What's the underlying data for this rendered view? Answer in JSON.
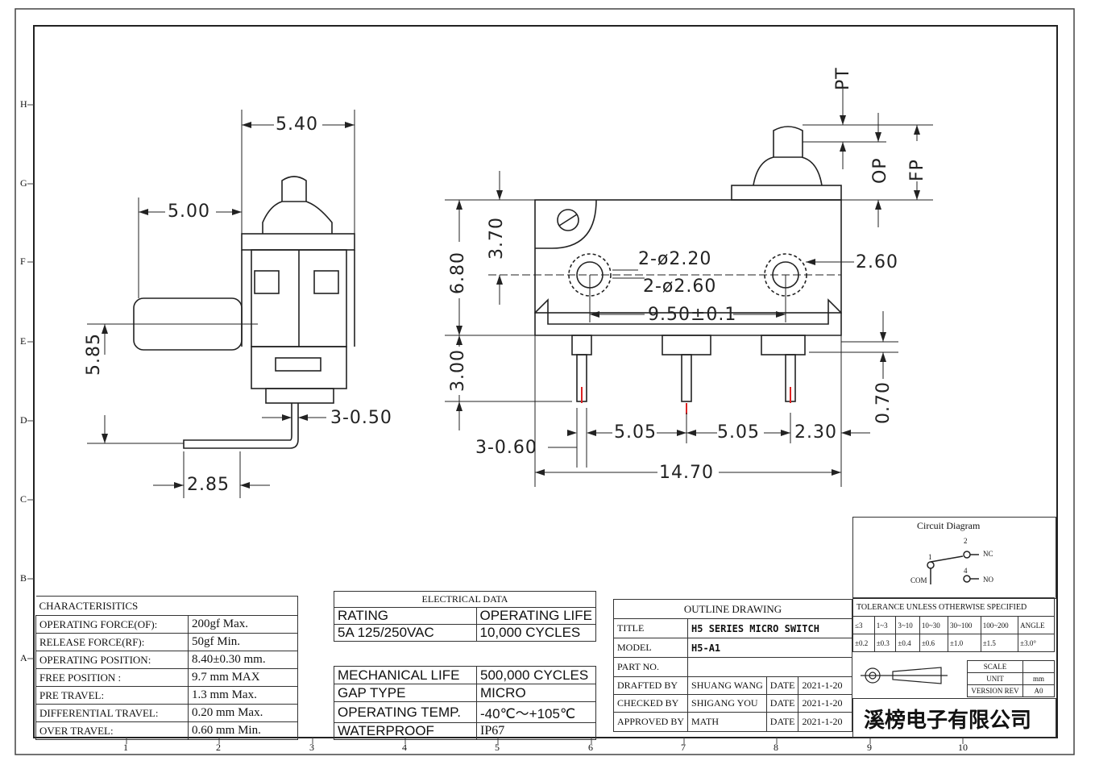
{
  "border": {
    "rows": [
      "H",
      "G",
      "F",
      "E",
      "D",
      "C",
      "B",
      "A"
    ],
    "cols": [
      "1",
      "2",
      "3",
      "4",
      "5",
      "6",
      "7",
      "8",
      "9",
      "10"
    ]
  },
  "dimensions": {
    "d540": "5.40",
    "d500": "5.00",
    "d585": "5.85",
    "d3_050": "3-0.50",
    "d285": "2.85",
    "d370": "3.70",
    "d680": "6.80",
    "d300": "3.00",
    "d2_220": "2-ø2.20",
    "d2_260": "2-ø2.60",
    "d260": "2.60",
    "d950": "9.50±0.1",
    "d3_060": "3-0.60",
    "d505a": "5.05",
    "d505b": "5.05",
    "d230": "2.30",
    "d1470": "14.70",
    "d070": "0.70",
    "pt": "PT",
    "op": "OP",
    "fp": "FP"
  },
  "characteristics": {
    "title": "CHARACTERISITICS",
    "rows": [
      {
        "label": "OPERATING FORCE(OF):",
        "value": "200gf Max."
      },
      {
        "label": "RELEASE FORCE(RF):",
        "value": "50gf Min."
      },
      {
        "label": "OPERATING POSITION:",
        "value": "8.40±0.30 mm."
      },
      {
        "label": "FREE POSITION  :",
        "value": "9.7 mm MAX"
      },
      {
        "label": "PRE TRAVEL:",
        "value": "1.3 mm Max."
      },
      {
        "label": "DIFFERENTIAL TRAVEL:",
        "value": "0.20 mm Max."
      },
      {
        "label": "OVER TRAVEL:",
        "value": "0.60 mm Min."
      }
    ]
  },
  "electrical": {
    "title": "ELECTRICAL DATA",
    "rating_label": "RATING",
    "life_label": "OPERATING LIFE",
    "rating_value": "5A 125/250VAC",
    "life_value": "10,000 CYCLES",
    "rows": [
      {
        "label": "MECHANICAL LIFE",
        "value": "500,000 CYCLES"
      },
      {
        "label": "GAP TYPE",
        "value": "MICRO"
      },
      {
        "label": "OPERATING TEMP.",
        "value": "-40℃～+105℃"
      },
      {
        "label": "WATERPROOF",
        "value": "IP67"
      }
    ]
  },
  "title_block": {
    "heading": "OUTLINE DRAWING",
    "title_label": "TITLE",
    "title_value": "H5 SERIES MICRO SWITCH",
    "model_label": "MODEL",
    "model_value": "H5-A1",
    "part_label": "PART NO.",
    "part_value": "",
    "drafted_label": "DRAFTED BY",
    "drafted_value": "SHUANG WANG",
    "checked_label": "CHECKED BY",
    "checked_value": "SHIGANG YOU",
    "approved_label": "APPROVED BY",
    "approved_value": "MATH",
    "date_label": "DATE",
    "date1": "2021-1-20",
    "date2": "2021-1-20",
    "date3": "2021-1-20"
  },
  "circuit": {
    "title": "Circuit Diagram",
    "com": "COM",
    "nc": "NC",
    "no": "NO",
    "pin1": "1",
    "pin2": "2",
    "pin4": "4"
  },
  "tolerance": {
    "title": "TOLERANCE UNLESS OTHERWISE SPECIFIED",
    "ranges": [
      "≤3",
      "1~3",
      "3~10",
      "10~30",
      "30~100",
      "100~200",
      "ANGLE"
    ],
    "values": [
      "±0.2",
      "±0.3",
      "±0.4",
      "±0.6",
      "±1.0",
      "±1.5",
      "±3.0°"
    ],
    "scale_label": "SCALE",
    "unit_label": "UNIT",
    "unit_value": "mm",
    "version_label": "VERSION REV",
    "version_value": "A0"
  },
  "company": "溪榜电子有限公司"
}
